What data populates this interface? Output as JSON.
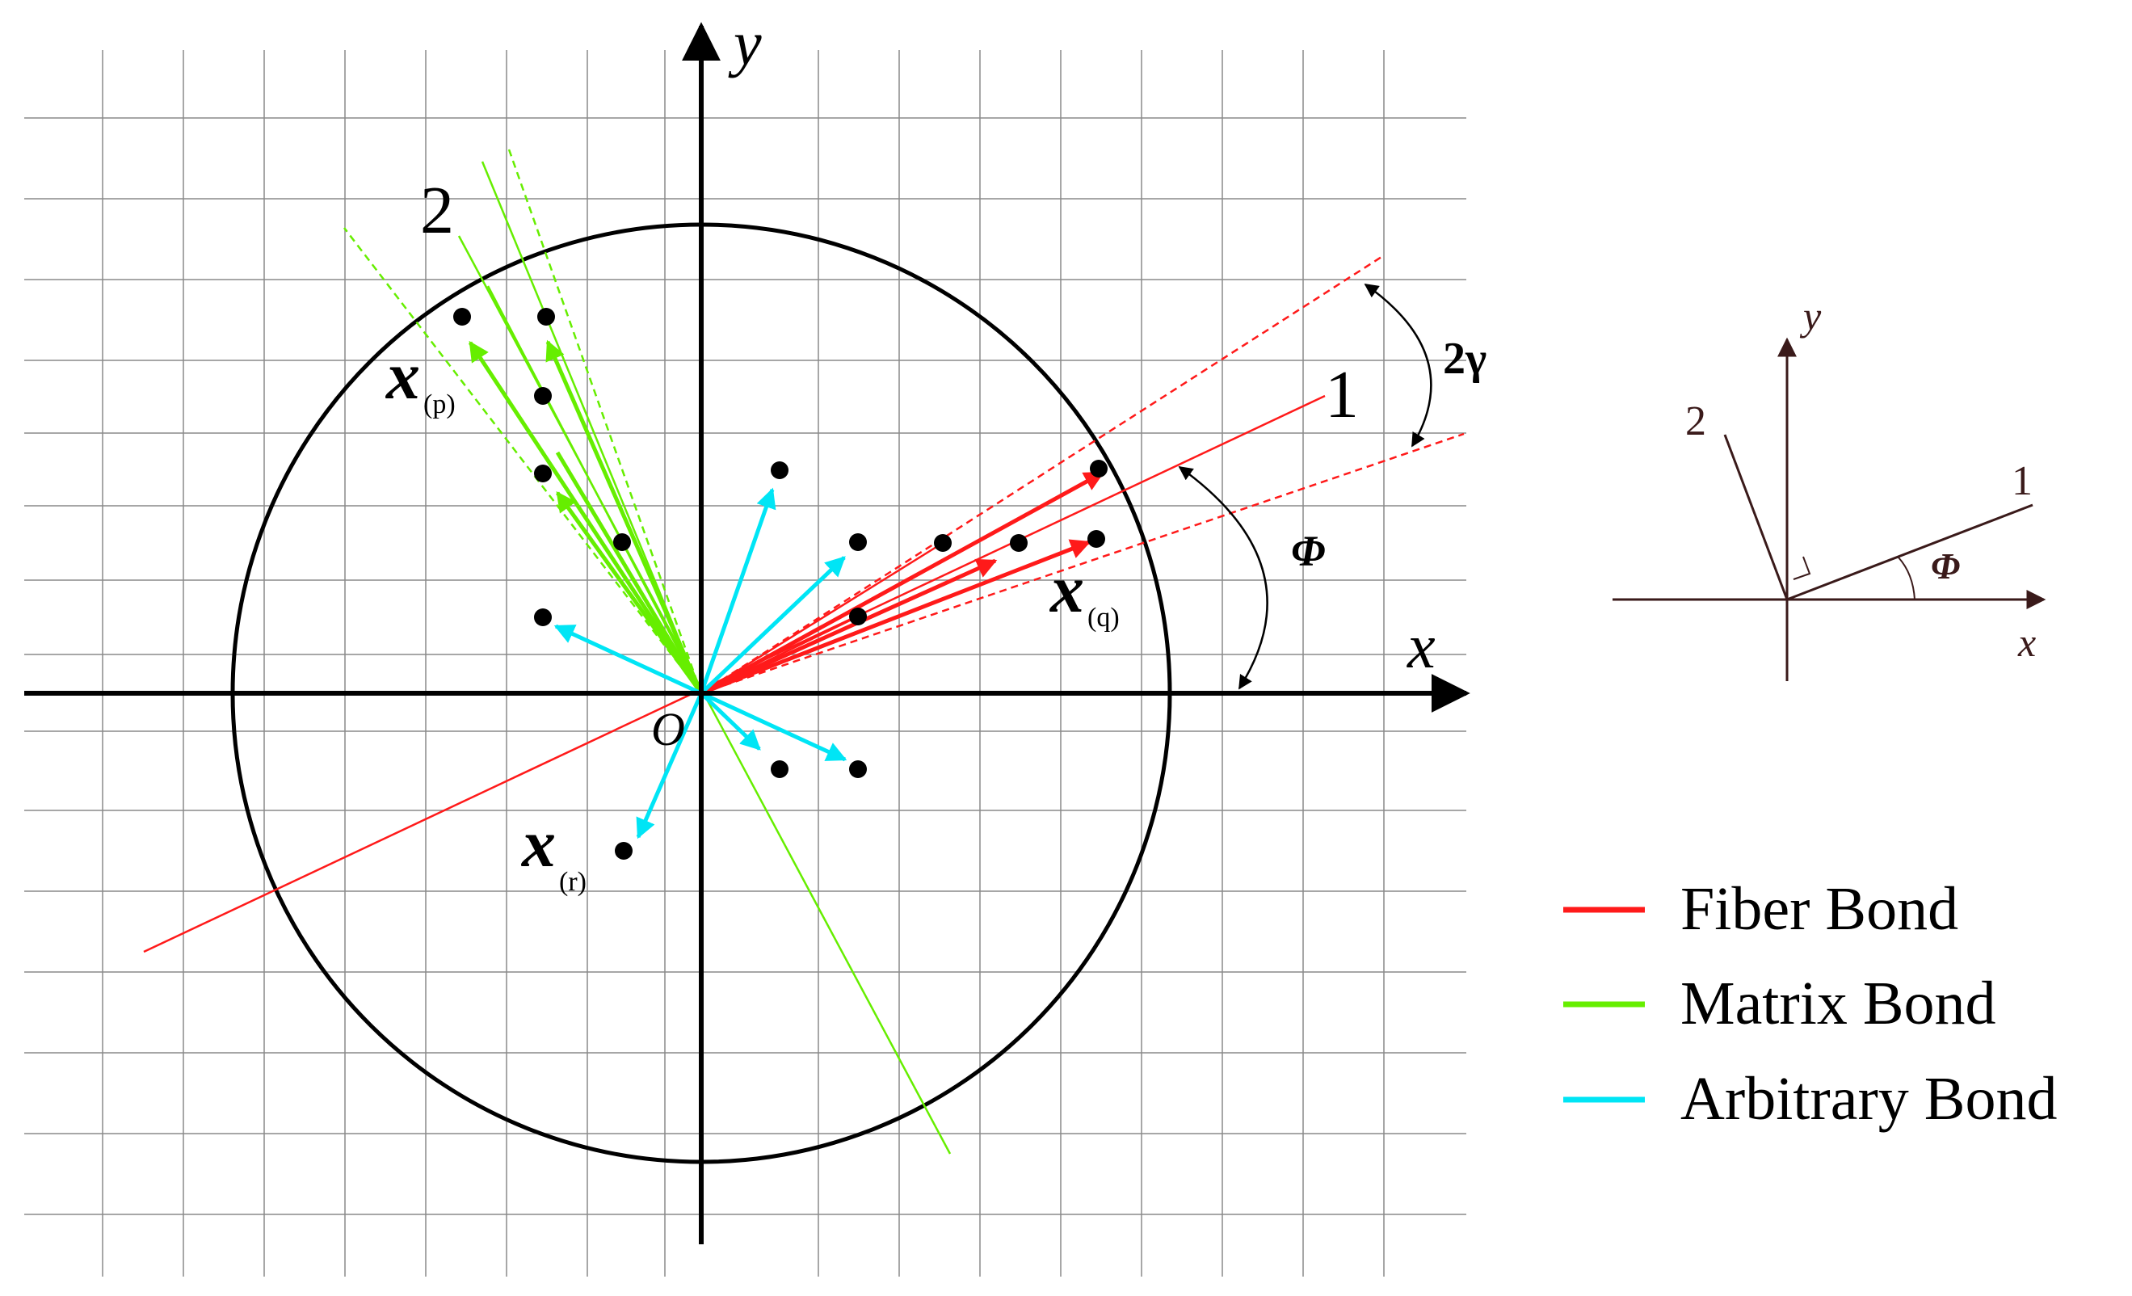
{
  "main_diagram": {
    "axis_x_label": "x",
    "axis_y_label": "y",
    "origin_label": "O",
    "direction_1_label": "1",
    "direction_2_label": "2",
    "angle_2gamma_label": "2γ",
    "angle_phi_label": "Φ",
    "point_labels": {
      "p": {
        "main": "x",
        "sub": "(p)"
      },
      "q": {
        "main": "x",
        "sub": "(q)"
      },
      "r": {
        "main": "x",
        "sub": "(r)"
      }
    }
  },
  "inset_diagram": {
    "axis_x_label": "x",
    "axis_y_label": "y",
    "direction_1_label": "1",
    "direction_2_label": "2",
    "angle_phi_label": "Φ"
  },
  "legend": {
    "items": [
      {
        "label": "Fiber Bond",
        "color": "#ff1a1a"
      },
      {
        "label": "Matrix Bond",
        "color": "#66ee00"
      },
      {
        "label": "Arbitrary Bond",
        "color": "#00e5f5"
      }
    ]
  },
  "colors": {
    "fiber": "#ff1a1a",
    "matrix": "#66ee00",
    "arbitrary": "#00e5f5",
    "grid": "#8a8a8a",
    "axis": "#000000",
    "inset": "#3a1a1a"
  }
}
